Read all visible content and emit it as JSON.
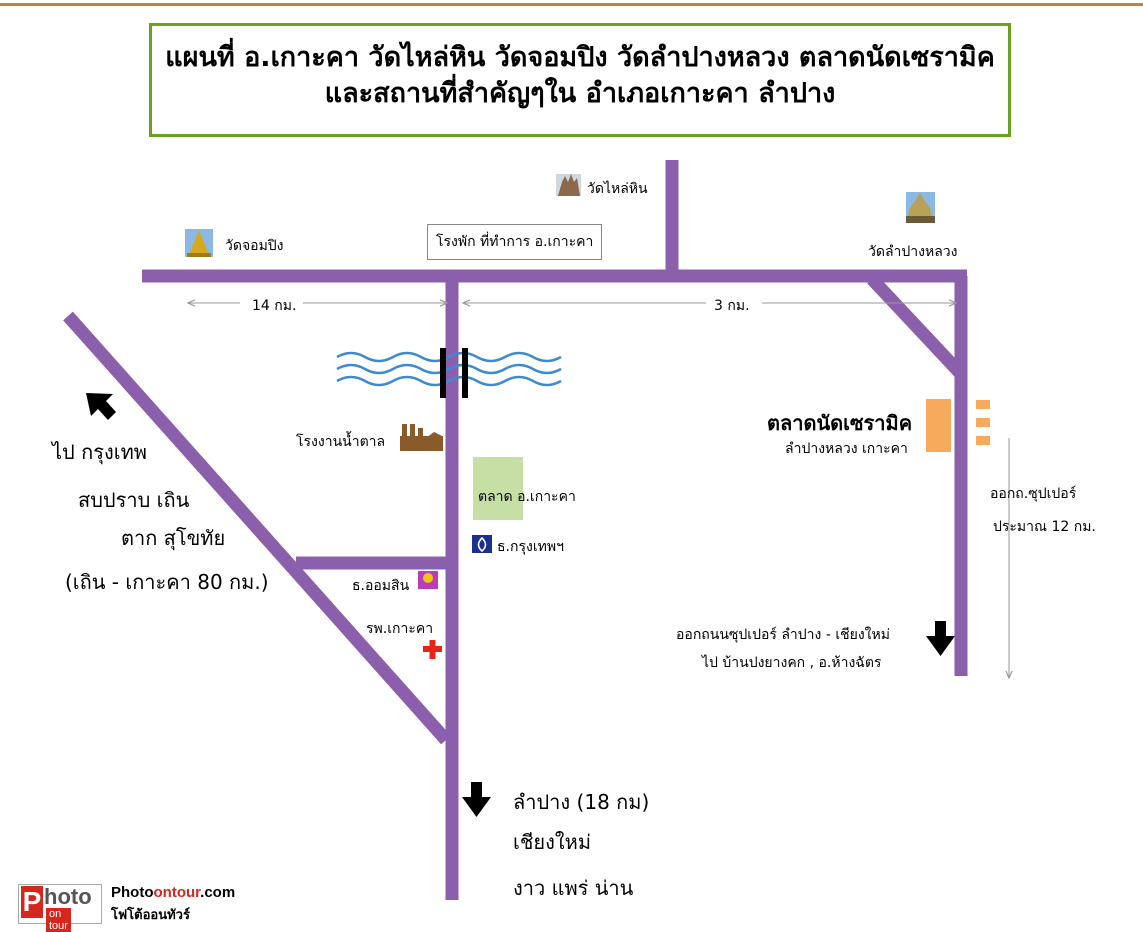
{
  "title": {
    "line1": "แผนที่ อ.เกาะคา  วัดไหล่หิน วัดจอมปิง วัดลำปางหลวง ตลาดนัดเซรามิค",
    "line2": "และสถานที่สำคัญๆใน อำเภอเกาะคา ลำปาง"
  },
  "places": {
    "wat_lai_hin": "วัดไหล่หิน",
    "wat_chom_ping": "วัดจอมปิง",
    "police_station": "โรงพัก ที่ทำการ อ.เกาะคา",
    "wat_lampang_luang": "วัดลำปางหลวง",
    "sugar_factory": "โรงงานน้ำตาล",
    "market": "ตลาด",
    "market_suffix": "อ.เกาะคา",
    "bangkok_bank": "ธ.กรุงเทพฯ",
    "gsb_bank": "ธ.ออมสิน",
    "hospital": "รพ.เกาะคา",
    "ceramic_market_title": "ตลาดนัดเซรามิค",
    "ceramic_market_sub": "ลำปางหลวง เกาะคา"
  },
  "distances": {
    "left": "14 กม.",
    "right": "3 กม."
  },
  "directions": {
    "bangkok_l1": "ไป กรุงเทพ",
    "bangkok_l2": "สบปราบ เถิน",
    "bangkok_l3": "ตาก สุโขทัย",
    "bangkok_l4": "(เถิน - เกาะคา 80 กม.)",
    "superhighway_l1": "ออกถ.ซุปเปอร์",
    "superhighway_l2": "ประมาณ 12 กม.",
    "chiangmai_l1": "ออกถนนซุปเปอร์ ลำปาง - เชียงใหม่",
    "chiangmai_l2": "ไป บ้านปงยางคก , อ.ห้างฉัตร",
    "lampang_l1": "ลำปาง (18 กม)",
    "lampang_l2": "เชียงใหม่",
    "lampang_l3": "งาว แพร่ น่าน"
  },
  "brand": {
    "logo_p": "P",
    "logo_hoto": "hoto",
    "logo_sub": "on tour",
    "name_a": "Photo",
    "name_b": "ontour",
    "name_c": ".com",
    "thai": "โฟโต้ออนทัวร์"
  },
  "colors": {
    "road": "#8c5fad",
    "river": "#3d8ad0",
    "title_border": "#6aa121",
    "market_box": "#c5dfa4",
    "ceramic": "#f7a95c",
    "hospital": "#e8231b",
    "logo_red": "#d7261e"
  }
}
